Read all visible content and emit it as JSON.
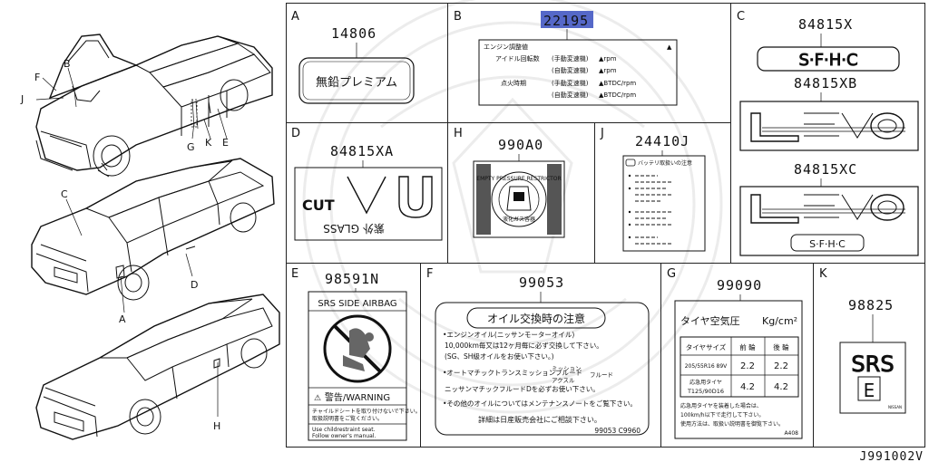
{
  "diagram_id": "J991002V",
  "car_callouts": [
    "F",
    "B",
    "J",
    "G",
    "K",
    "E",
    "C",
    "D",
    "A",
    "H"
  ],
  "cells": {
    "A": {
      "letter": "A",
      "part": "14806",
      "label_text": "無鉛プレミアム"
    },
    "B": {
      "letter": "B",
      "part": "22195",
      "title": "エンジン調整値",
      "rows": [
        [
          "アイドル回転数",
          "(手動変速機)",
          "▲rpm"
        ],
        [
          "",
          "(自動変速機)",
          "▲rpm"
        ],
        [
          "点火時期",
          "(手動変速機)",
          "▲BTDC/rpm"
        ],
        [
          "",
          "(自動変速機)",
          "▲BTDC/rpm"
        ]
      ]
    },
    "C": {
      "letter": "C",
      "parts": [
        "84815X",
        "84815XB",
        "84815XC"
      ],
      "badge_text": "S·F·H·C",
      "badge_text_small": "S·F·H·C"
    },
    "D": {
      "letter": "D",
      "part": "84815XA",
      "badge_line1": "CUT",
      "badge_line2": "紫外 GLASS"
    },
    "H": {
      "letter": "H",
      "part": "990A0",
      "ring_top": "EMPTY PRESSURE RESTRICTOR",
      "ring_bottom": "液化ガス容器"
    },
    "J": {
      "letter": "J",
      "part": "24410J",
      "header": "バッテリ取扱いの注意"
    },
    "E": {
      "letter": "E",
      "part": "98591N",
      "title": "SRS SIDE AIRBAG",
      "warning": "警告/WARNING",
      "jp_line1": "チャイルドシートを取り付けないで下さい。",
      "jp_line2": "取扱説明書をご覧ください。",
      "en_line1": "Use childrestraint seat.",
      "en_line2": "Follow owner's manual."
    },
    "F": {
      "letter": "F",
      "part": "99053",
      "title": "オイル交換時の注意",
      "lines": [
        "•エンジンオイル(ニッサンモーターオイル)",
        "10,000km毎又は12ヶ月毎に必ず交換して下さい。",
        "(SG、SH級オイルをお使い下さい。)",
        "•オートマチックトランスミッションフルード",
        "ニッサンマチックフルードDを必ずお使い下さい。",
        "•その他のオイルについてはメンテナンスノートをご覧下さい。"
      ],
      "annot_top": "ミッション",
      "annot_bottom": "アクスル",
      "annot_right": "フルード",
      "footer": "詳細は日産販売会社にご相談下さい。",
      "code": "99053 C9960"
    },
    "G": {
      "letter": "G",
      "part": "99090",
      "title": "タイヤ空気圧",
      "unit": "Kg/cm²",
      "col_headers": [
        "タイヤサイズ",
        "前 輪",
        "後 輪"
      ],
      "rows": [
        {
          "size": "205/55R16 89V",
          "front": "2.2",
          "rear": "2.2"
        },
        {
          "size_line1": "応急用タイヤ",
          "size_line2": "T125/90D16",
          "front": "4.2",
          "rear": "4.2"
        }
      ],
      "notes": [
        "応急用タイヤを装着した場合は、",
        "100km/h以下で走行して下さい。",
        "使用方法は、取扱い説明書を御覧下さい。"
      ],
      "code": "A408"
    },
    "K": {
      "letter": "K",
      "part": "98825",
      "text_top": "SRS",
      "text_bottom": "E",
      "code": "NISSAN"
    }
  }
}
